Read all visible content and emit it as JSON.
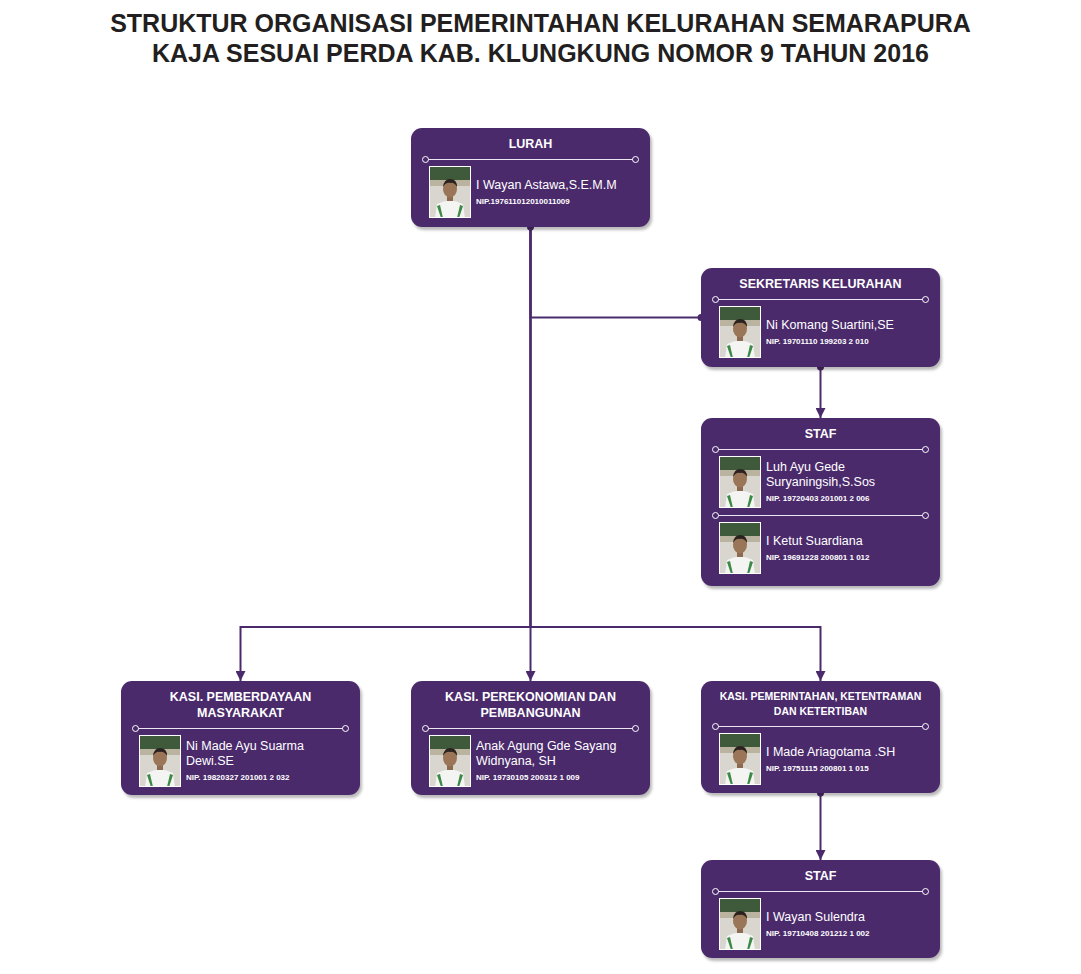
{
  "diagram": {
    "title": "STRUKTUR ORGANISASI PEMERINTAHAN KELURAHAN SEMARAPURA KAJA SESUAI PERDA KAB. KLUNGKUNG NOMOR 9 TAHUN 2016",
    "nodes": [
      {
        "text": [
          "LURAH",
          "I Wayan Astawa,S.E.M.M",
          "NIP.197611012010011009"
        ]
      },
      {
        "text": [
          "SEKRETARIS KELURAHAN",
          "Ni Komang Suartini,SE",
          "NIP. 19701110 199203 2 010"
        ]
      },
      {
        "text": [
          "STAF",
          "Luh Ayu Gede Suryaningsih,S.Sos",
          "NIP. 19720403 201001 2 006",
          "I Ketut Suardiana",
          "NIP. 19691228 200801 1 012"
        ]
      },
      {
        "text": [
          "KASI. PEMBERDAYAAN MASYARAKAT",
          "Ni Made Ayu Suarma Dewi.SE",
          "NIP. 19820327 201001 2 032"
        ]
      },
      {
        "text": [
          "KASI. PEREKONOMIAN DAN PEMBANGUNAN",
          "Anak Agung Gde Sayang Widnyana, SH",
          "NIP. 19730105 200312 1 009"
        ]
      },
      {
        "text": [
          "KASI. PEMERINTAHAN, KETENTRAMAN DAN KETERTIBAN",
          "I Made Ariagotama .SH",
          "NIP. 19751115 200801 1 015"
        ]
      },
      {
        "text": [
          "STAF",
          "I Wayan Sulendra",
          "NIP. 19710408 201212 1 002"
        ]
      }
    ],
    "edges": [
      {
        "from": 0,
        "to": 1,
        "arrow": "none"
      },
      {
        "from": 1,
        "to": 2,
        "arrow": "to"
      },
      {
        "from": 0,
        "to": 3,
        "arrow": "to"
      },
      {
        "from": 0,
        "to": 4,
        "arrow": "to"
      },
      {
        "from": 0,
        "to": 5,
        "arrow": "to"
      },
      {
        "from": 5,
        "to": 6,
        "arrow": "to"
      }
    ]
  }
}
